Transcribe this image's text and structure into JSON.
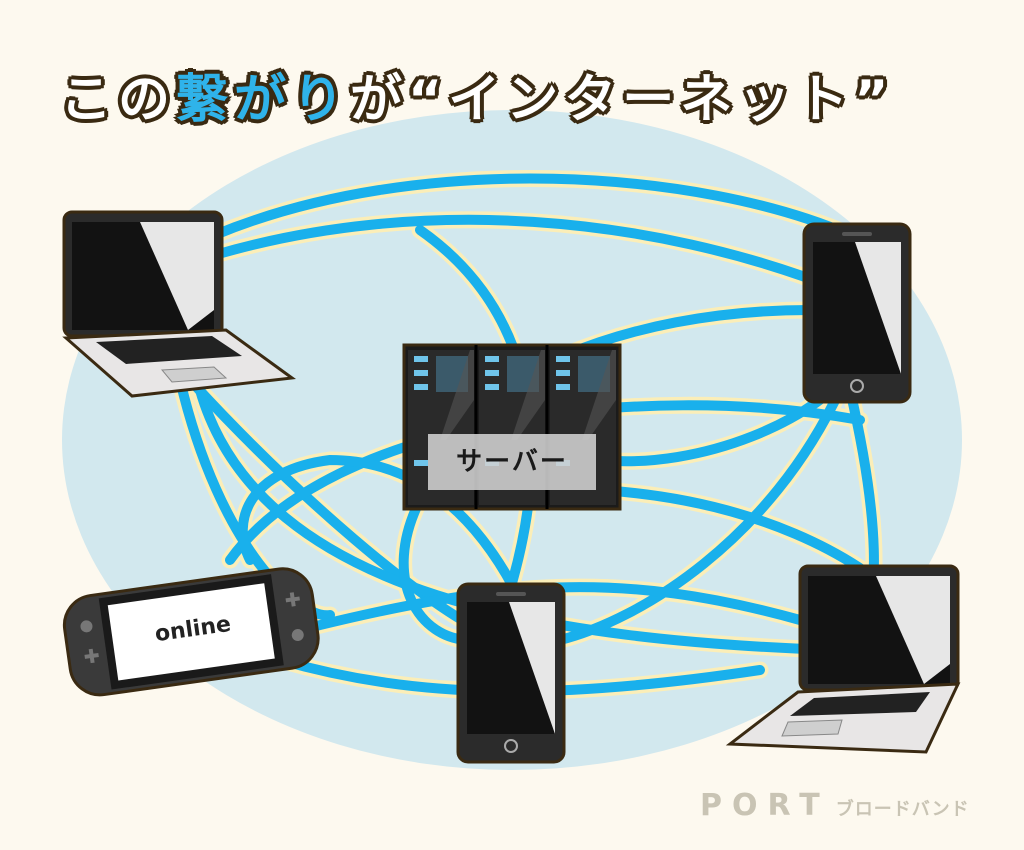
{
  "title": {
    "part1": "この",
    "highlight": "繋がり",
    "part2": "が“インターネット”"
  },
  "server": {
    "label": "サーバー"
  },
  "game_console": {
    "screen_text": "online"
  },
  "logo": {
    "main": "PORT",
    "sub": "ブロードバンド"
  },
  "colors": {
    "background": "#fdf9ef",
    "cloud": "#d2e8ee",
    "cable": "#19b0ec",
    "cable_outline": "#fbeeb8",
    "title_highlight": "#2fb3ea",
    "title_outline": "#3a2a12"
  },
  "icons": [
    "laptop-icon",
    "smartphone-icon",
    "server-rack-icon",
    "game-console-icon"
  ]
}
